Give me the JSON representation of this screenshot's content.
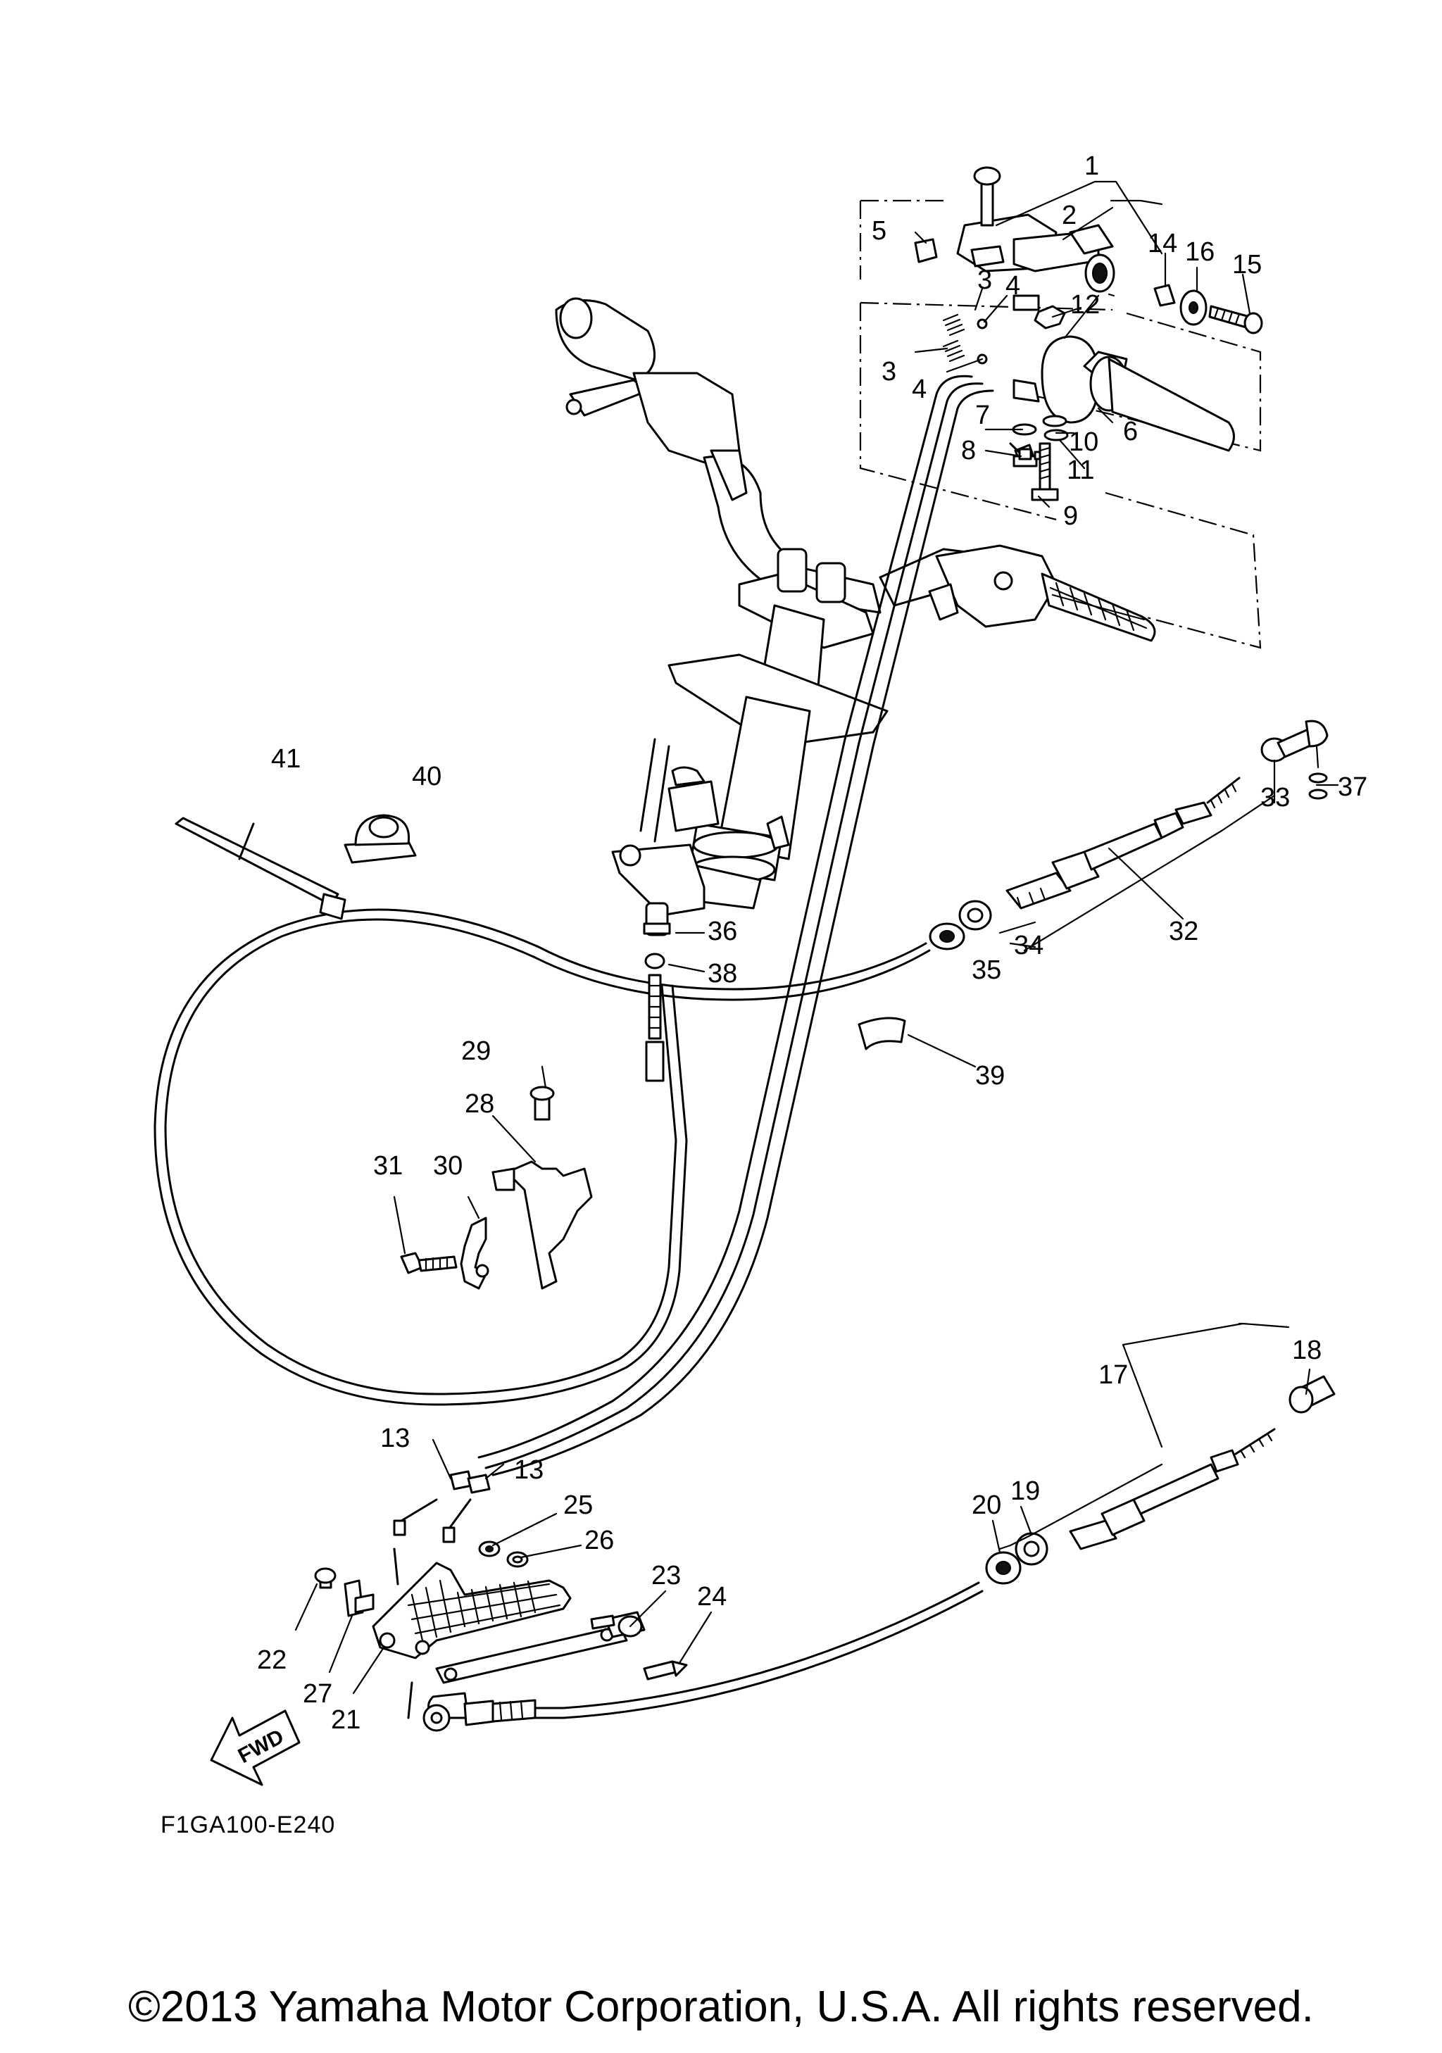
{
  "diagram": {
    "code": "F1GA100-E240",
    "direction_label": "FWD",
    "callouts": [
      {
        "n": "1"
      },
      {
        "n": "2"
      },
      {
        "n": "3"
      },
      {
        "n": "4"
      },
      {
        "n": "3"
      },
      {
        "n": "4"
      },
      {
        "n": "5"
      },
      {
        "n": "6"
      },
      {
        "n": "7"
      },
      {
        "n": "8"
      },
      {
        "n": "9"
      },
      {
        "n": "10"
      },
      {
        "n": "11"
      },
      {
        "n": "12"
      },
      {
        "n": "13"
      },
      {
        "n": "13"
      },
      {
        "n": "14"
      },
      {
        "n": "15"
      },
      {
        "n": "16"
      },
      {
        "n": "17"
      },
      {
        "n": "18"
      },
      {
        "n": "19"
      },
      {
        "n": "20"
      },
      {
        "n": "21"
      },
      {
        "n": "22"
      },
      {
        "n": "23"
      },
      {
        "n": "24"
      },
      {
        "n": "25"
      },
      {
        "n": "26"
      },
      {
        "n": "27"
      },
      {
        "n": "28"
      },
      {
        "n": "29"
      },
      {
        "n": "30"
      },
      {
        "n": "31"
      },
      {
        "n": "32"
      },
      {
        "n": "33"
      },
      {
        "n": "34"
      },
      {
        "n": "35"
      },
      {
        "n": "36"
      },
      {
        "n": "37"
      },
      {
        "n": "38"
      },
      {
        "n": "39"
      },
      {
        "n": "40"
      },
      {
        "n": "41"
      }
    ]
  },
  "footer": {
    "copyright": "©2013 Yamaha Motor Corporation, U.S.A. All rights reserved."
  }
}
